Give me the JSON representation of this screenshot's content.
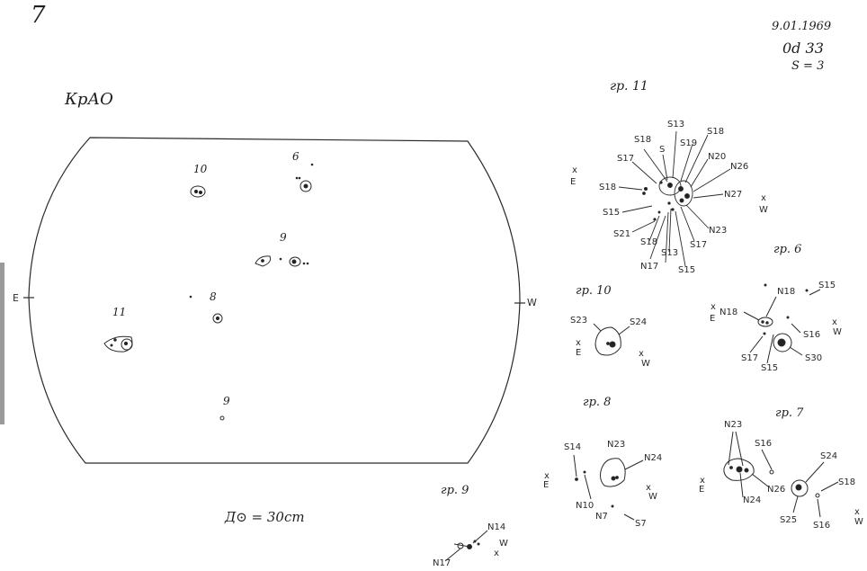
{
  "header": {
    "sheet_number": "7",
    "date": "9.01.1969",
    "time": "0d 33",
    "seeing": "S = 3",
    "observatory": "КрАО"
  },
  "disk": {
    "east_label": "E",
    "west_label": "W",
    "diameter_note": "Д⊙ = 30cm",
    "group_labels": [
      "10",
      "6",
      "9",
      "11",
      "8",
      "9"
    ]
  },
  "details": {
    "group11": {
      "title": "гр. 11",
      "labels": [
        "S13",
        "S18",
        "S19",
        "S18",
        "S17",
        "S",
        "N20",
        "N26",
        "S18",
        "N27",
        "S15",
        "S21",
        "S18",
        "S17",
        "N23",
        "N17",
        "S13",
        "S15"
      ],
      "orient": [
        "x",
        "E",
        "x",
        "W"
      ]
    },
    "group10": {
      "title": "гр. 10",
      "labels": [
        "S23",
        "S24"
      ],
      "orient": [
        "x",
        "E",
        "x",
        "W"
      ]
    },
    "group6": {
      "title": "гр. 6",
      "labels": [
        "N18",
        "S15",
        "N18",
        "S16",
        "S17",
        "S15",
        "S30"
      ],
      "orient": [
        "x",
        "E",
        "x",
        "W"
      ]
    },
    "group8": {
      "title": "гр. 8",
      "labels": [
        "S14",
        "N23",
        "N24",
        "N10",
        "N7",
        "S7"
      ],
      "orient": [
        "x",
        "E",
        "x",
        "W"
      ]
    },
    "group7": {
      "title": "гр. 7",
      "labels": [
        "N23",
        "S16",
        "S24",
        "N24",
        "N26",
        "S18",
        "S25",
        "S16"
      ],
      "orient": [
        "x",
        "E",
        "x",
        "W"
      ]
    },
    "group9": {
      "title": "гр. 9",
      "labels": [
        "N14",
        "W",
        "x",
        "N17"
      ]
    }
  }
}
